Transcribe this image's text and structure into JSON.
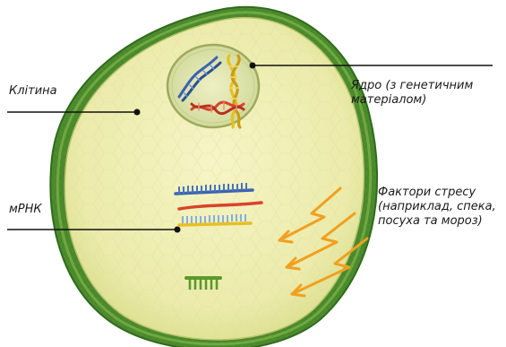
{
  "labels": {
    "cell": "Клітина",
    "mrna": "мРНК",
    "nucleus": [
      "Ядро (з генетичним",
      "матеріалом)"
    ],
    "stress": [
      "Фактори стресу",
      "(наприклад, спека,",
      "посуха та мороз)"
    ]
  },
  "colors": {
    "cell_wall": "#4a8a2c",
    "cytoplasm": "#f1f0b6",
    "nucleus": "#e1e7ab",
    "dna_blue": "#3a64b0",
    "dna_yellow": "#e6bf22",
    "dna_red": "#d8432c",
    "mrna_green": "#5a9a2a",
    "stress_arrow": "#f0a020"
  }
}
